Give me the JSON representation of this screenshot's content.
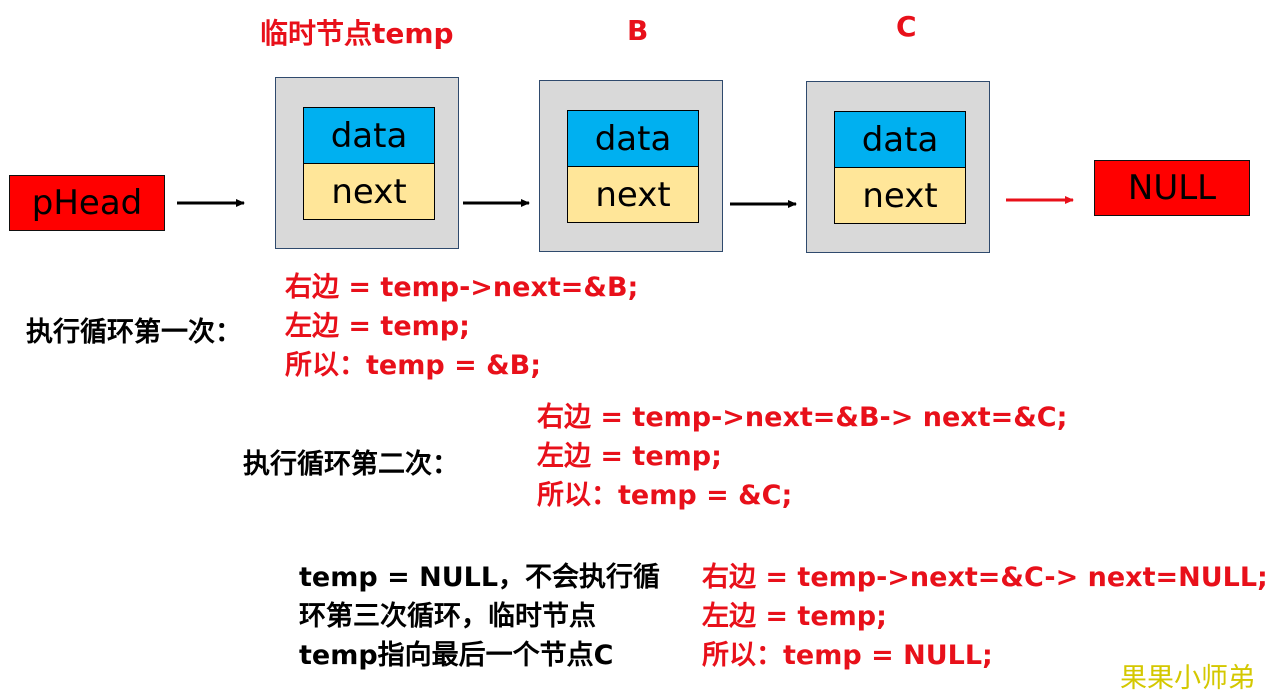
{
  "nodes": [
    {
      "label": "临时节点temp",
      "data": "data",
      "next": "next"
    },
    {
      "label": "B",
      "data": "data",
      "next": "next"
    },
    {
      "label": "C",
      "data": "data",
      "next": "next"
    }
  ],
  "head": "pHead",
  "null_box": "NULL",
  "loop1": {
    "label": "执行循环第一次：",
    "lines": [
      "右边 = temp->next=&B;",
      "左边 = temp;",
      "所以：temp = &B;"
    ]
  },
  "loop2": {
    "label": "执行循环第二次：",
    "lines": [
      "右边 = temp->next=&B-> next=&C;",
      "左边 = temp;",
      "所以：temp = &C;"
    ]
  },
  "loop3": {
    "desc": [
      "temp = NULL，不会执行循",
      "环第三次循环，临时节点",
      "temp指向最后一个节点C"
    ],
    "lines": [
      "右边 = temp->next=&C-> next=NULL;",
      "左边 = temp;",
      "所以：temp = NULL;"
    ]
  },
  "watermark": "果果小师弟",
  "colors": {
    "red": "#e8101a",
    "data_cell": "#00b0f0",
    "next_cell": "#ffe699",
    "node_bg": "#d9d9d9",
    "null_bg": "#ff0000"
  }
}
